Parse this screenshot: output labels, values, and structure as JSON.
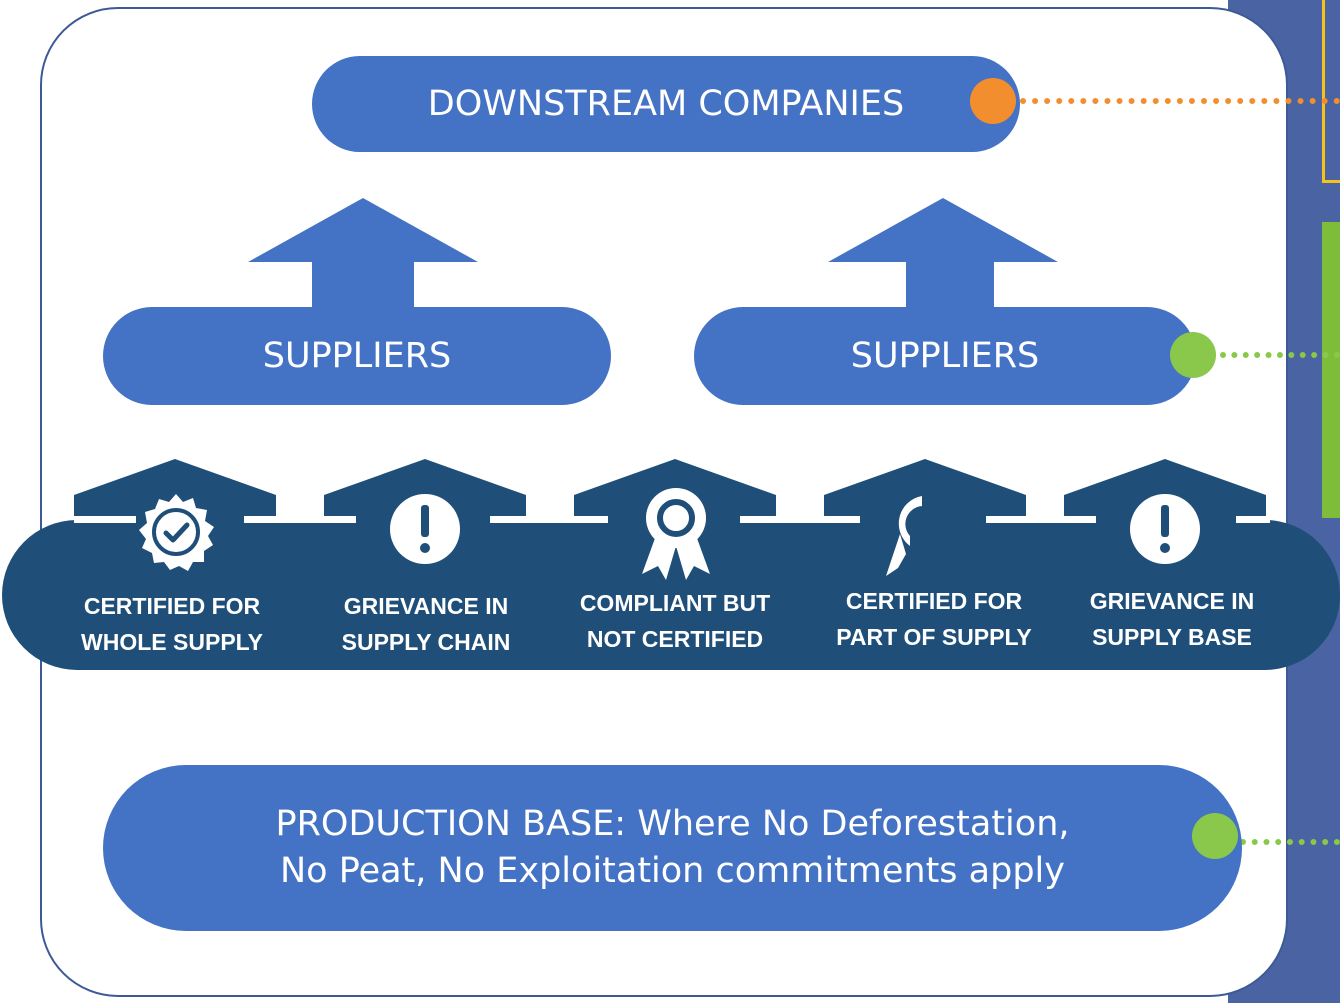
{
  "diagram": {
    "top_node": "DOWNSTREAM COMPANIES",
    "supplier_nodes": [
      "SUPPLIERS",
      "SUPPLIERS"
    ],
    "production_base": {
      "line1": "PRODUCTION BASE: Where No Deforestation,",
      "line2": "No Peat, No Exploitation commitments apply"
    },
    "statuses": [
      {
        "line1": "CERTIFIED FOR",
        "line2": "WHOLE SUPPLY",
        "icon": "certified-badge-icon"
      },
      {
        "line1": "GRIEVANCE IN",
        "line2": "SUPPLY CHAIN",
        "icon": "exclamation-icon"
      },
      {
        "line1": "COMPLIANT BUT",
        "line2": "NOT CERTIFIED",
        "icon": "award-ribbon-icon"
      },
      {
        "line1": "CERTIFIED FOR",
        "line2": "PART OF SUPPLY",
        "icon": "partial-award-ribbon-icon"
      },
      {
        "line1": "GRIEVANCE IN",
        "line2": "SUPPLY BASE",
        "icon": "exclamation-icon"
      }
    ]
  },
  "colors": {
    "node_blue": "#4472c4",
    "band_navy": "#1f4e79",
    "side_panel": "#4963a3",
    "connector_orange": "#f28e2e",
    "connector_green": "#8ac84b",
    "frame_yellow": "#f5c21b"
  }
}
